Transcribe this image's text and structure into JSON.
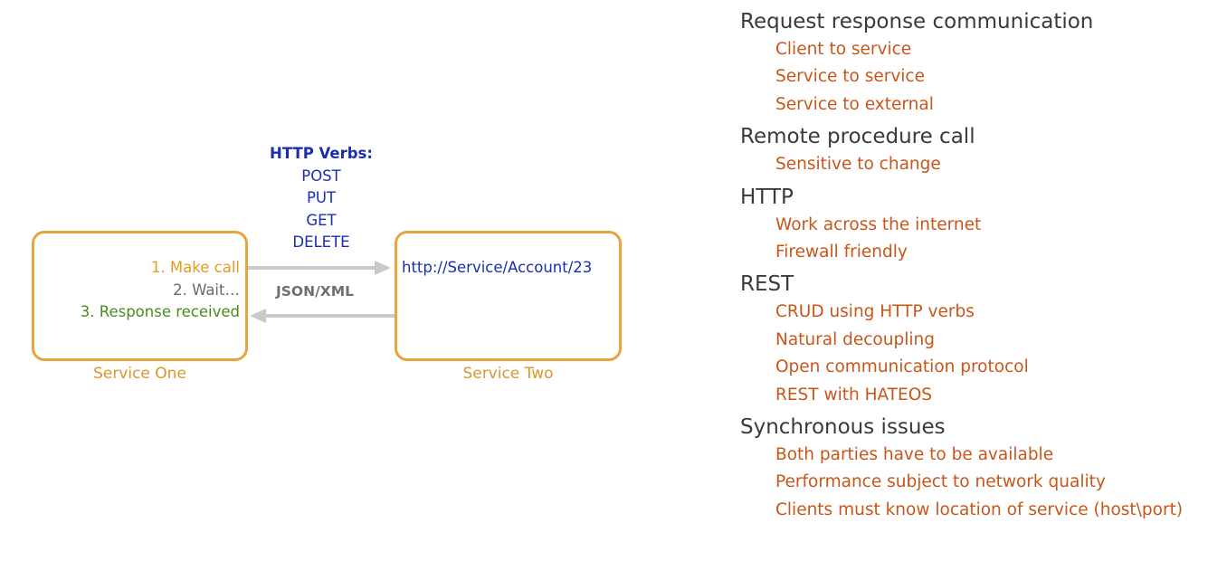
{
  "diagram": {
    "service_one": {
      "label": "Service One",
      "steps": [
        {
          "text": "1. Make call",
          "color": "#e69a1e"
        },
        {
          "text": "2. Wait…",
          "color": "#6a6a6a"
        },
        {
          "text": "3. Response received",
          "color": "#4a8a1c"
        }
      ]
    },
    "service_two": {
      "label": "Service Two",
      "url": "http://Service/Account/23"
    },
    "verbs": {
      "header": "HTTP Verbs:",
      "items": [
        "POST",
        "PUT",
        "GET",
        "DELETE"
      ]
    },
    "format_label": "JSON/XML",
    "colors": {
      "box_border": "#e8a33d",
      "arrow": "#c9c9c9",
      "blue_text": "#1a2fb0",
      "item_orange": "#c8561a"
    }
  },
  "outline": [
    {
      "title": "Request response communication",
      "items": [
        "Client to service",
        "Service to service",
        "Service to external"
      ]
    },
    {
      "title": "Remote procedure call",
      "items": [
        "Sensitive to change"
      ]
    },
    {
      "title": "HTTP",
      "items": [
        "Work across the internet",
        "Firewall friendly"
      ]
    },
    {
      "title": "REST",
      "items": [
        "CRUD using HTTP verbs",
        "Natural decoupling",
        "Open communication protocol",
        "REST with HATEOS"
      ]
    },
    {
      "title": "Synchronous issues",
      "items": [
        "Both parties have to be available",
        "Performance subject to network quality",
        "Clients must know location of service (host\\port)"
      ]
    }
  ]
}
